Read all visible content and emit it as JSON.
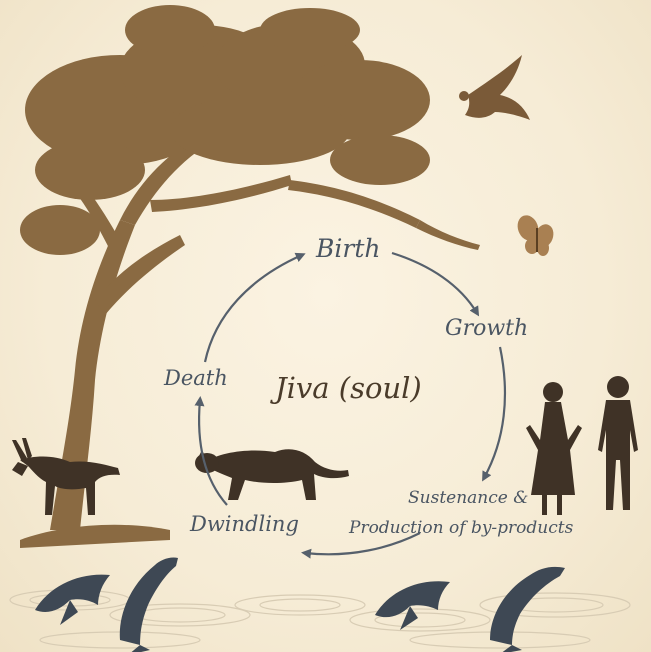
{
  "diagram": {
    "center_label": "Jiva (soul)",
    "stages": {
      "birth": "Birth",
      "growth": "Growth",
      "sustenance_line1": "Sustenance &",
      "sustenance_line2": "Production of by-products",
      "dwindling": "Dwindling",
      "death": "Death"
    }
  },
  "illustrations": [
    "tree",
    "eagle",
    "butterfly",
    "antelope",
    "panther",
    "man-and-woman-silhouette",
    "dolphins",
    "water-ripples"
  ],
  "colors": {
    "background": "#f6ecd6",
    "tree_brown": "#8a6a42",
    "animal_dark": "#3f3226",
    "dolphin": "#3e4854",
    "arrow": "#56606c",
    "label_text": "#4a5562",
    "center_text": "#4a3b2a"
  }
}
